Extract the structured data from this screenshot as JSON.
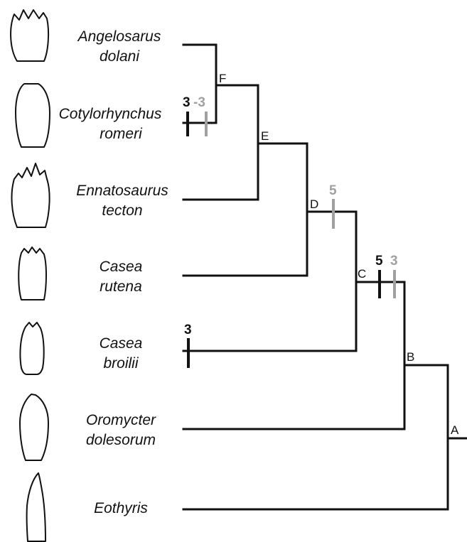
{
  "taxa": [
    {
      "id": "angelosaurus",
      "line1": "Angelosarus",
      "line2": "dolani",
      "tooth": "crown-multi-cusp"
    },
    {
      "id": "cotylorhynchus",
      "line1": "Cotylorhynchus",
      "line2": "romeri",
      "tooth": "crown-plain"
    },
    {
      "id": "ennatosaurus",
      "line1": "Ennatosaurus",
      "line2": "tecton",
      "tooth": "crown-multi-cusp"
    },
    {
      "id": "casea-rutena",
      "line1": "Casea",
      "line2": "rutena",
      "tooth": "crown-multi-cusp"
    },
    {
      "id": "casea-broilii",
      "line1": "Casea",
      "line2": "broilii",
      "tooth": "crown-few-cusp"
    },
    {
      "id": "oromycter",
      "line1": "Oromycter",
      "line2": "dolesorum",
      "tooth": "crown-plain"
    },
    {
      "id": "eothyris",
      "line1": "Eothyris",
      "line2": "",
      "tooth": "crown-conical"
    }
  ],
  "nodes": [
    "A",
    "B",
    "C",
    "D",
    "E",
    "F"
  ],
  "character_marks": [
    {
      "id": "f-black",
      "label": "3",
      "color": "#111111",
      "on_branch": "cotylorhynchus"
    },
    {
      "id": "f-gray",
      "label": "-3",
      "color": "#a0a0a0",
      "on_branch": "cotylorhynchus"
    },
    {
      "id": "d-gray",
      "label": "5",
      "color": "#a0a0a0",
      "on_branch": "D"
    },
    {
      "id": "c-black",
      "label": "5",
      "color": "#111111",
      "on_branch": "C"
    },
    {
      "id": "c-gray",
      "label": "3",
      "color": "#a0a0a0",
      "on_branch": "C"
    },
    {
      "id": "broilii-black",
      "label": "3",
      "color": "#111111",
      "on_branch": "casea-broilii"
    }
  ],
  "colors": {
    "tree": "#111111",
    "gain": "#111111",
    "alt": "#a0a0a0"
  }
}
